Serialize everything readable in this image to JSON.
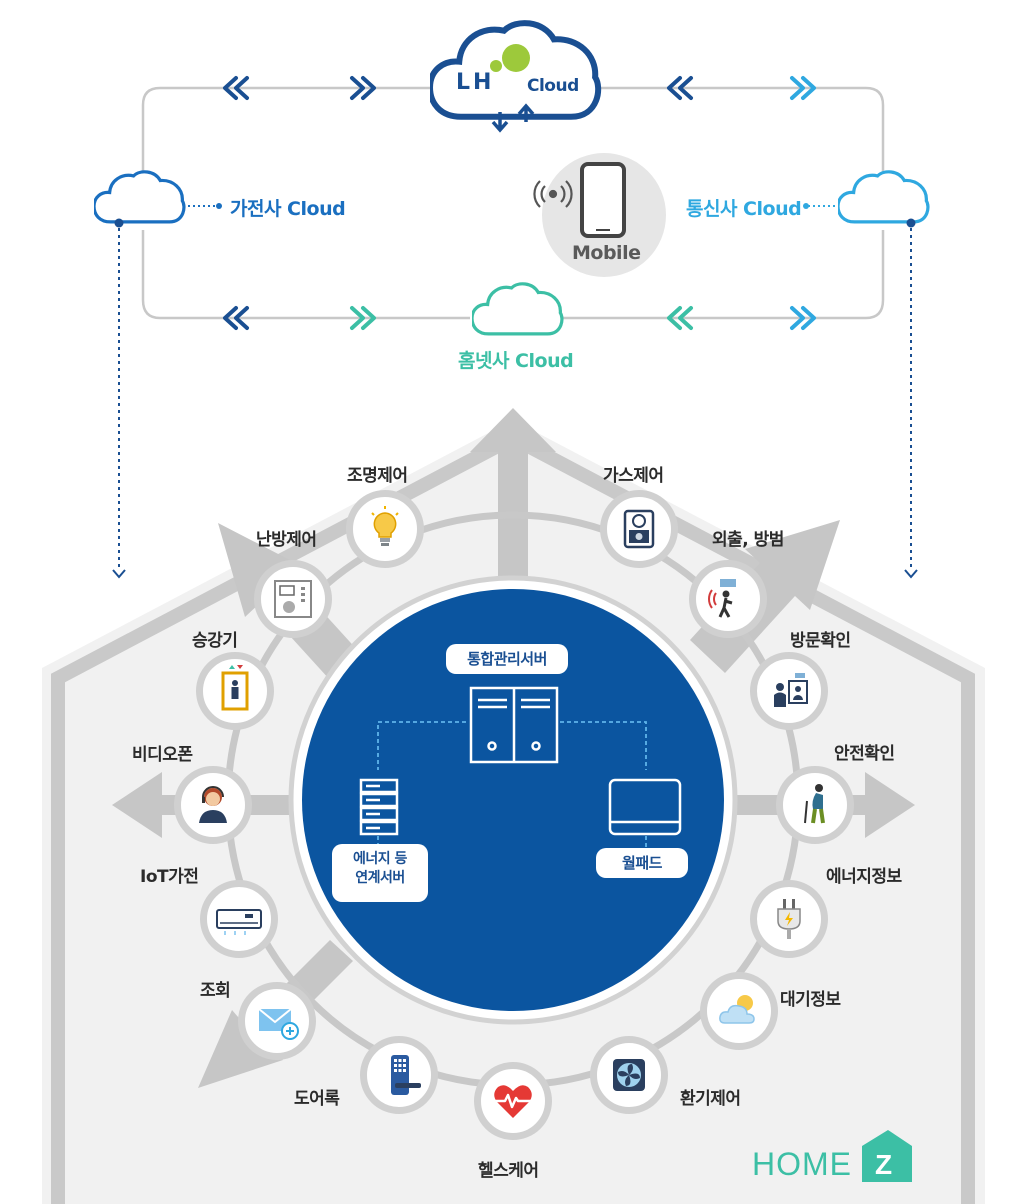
{
  "clouds": {
    "lh": {
      "brand": "LH",
      "label": "Cloud"
    },
    "appliance": {
      "label": "가전사 Cloud"
    },
    "telecom": {
      "label": "통신사 Cloud"
    },
    "homenet": {
      "label": "홈넷사 Cloud"
    }
  },
  "mobile": {
    "label": "Mobile"
  },
  "hub": {
    "server_main": "통합관리서버",
    "server_energy": "에너지 등\n연계서버",
    "wallpad": "월패드"
  },
  "nodes": [
    {
      "label": "조명제어",
      "icon": "lightbulb-icon"
    },
    {
      "label": "가스제어",
      "icon": "gas-meter-icon"
    },
    {
      "label": "외출, 방범",
      "icon": "security-sensor-icon"
    },
    {
      "label": "방문확인",
      "icon": "visitor-check-icon"
    },
    {
      "label": "안전확인",
      "icon": "elderly-person-icon"
    },
    {
      "label": "에너지정보",
      "icon": "plug-icon"
    },
    {
      "label": "대기정보",
      "icon": "weather-icon"
    },
    {
      "label": "환기제어",
      "icon": "fan-icon"
    },
    {
      "label": "헬스케어",
      "icon": "heart-pulse-icon"
    },
    {
      "label": "도어록",
      "icon": "door-lock-icon"
    },
    {
      "label": "조회",
      "icon": "mail-icon"
    },
    {
      "label": "IoT가전",
      "icon": "air-conditioner-icon"
    },
    {
      "label": "비디오폰",
      "icon": "video-phone-icon"
    },
    {
      "label": "승강기",
      "icon": "elevator-icon"
    },
    {
      "label": "난방제어",
      "icon": "thermostat-icon"
    }
  ],
  "brand": {
    "text": "HOME",
    "badge": "Z"
  },
  "colors": {
    "navy": "#1a4f92",
    "sky": "#2fa8e0",
    "teal": "#3cbfa5",
    "house": "#f1f1f1",
    "hub": "#0b55a0",
    "ring": "#c8c8c8"
  }
}
